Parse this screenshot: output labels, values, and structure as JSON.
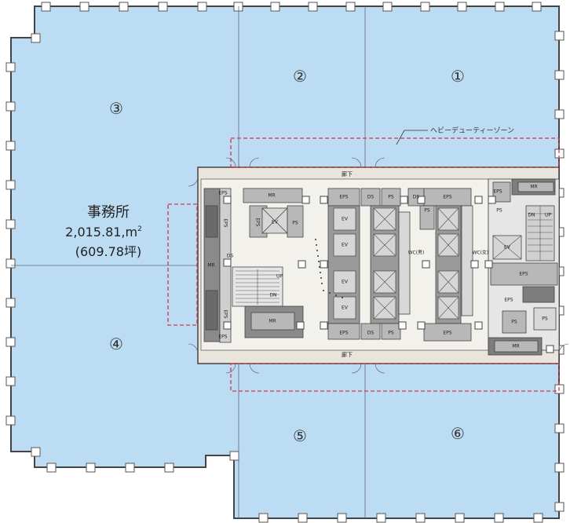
{
  "office": {
    "name": "事務所",
    "area_m2": "2,015.81,m",
    "area_m2_sup": "2",
    "area_tsubo": "(609.78坪)"
  },
  "heavy_duty_zone": "ヘビーデューティーゾーン",
  "corridor_labels": {
    "top": "廊下",
    "bottom": "廊下"
  },
  "zones": [
    "①",
    "②",
    "③",
    "④",
    "⑤",
    "⑥"
  ],
  "rooms": {
    "eps": "EPS",
    "ps": "PS",
    "ev": "EV",
    "mr": "MR",
    "ds": "DS",
    "up": "UP",
    "dn": "DN",
    "wc_male": "WC(男)",
    "wc_female": "WC(女)"
  },
  "colors": {
    "office_fill": "#bcdcf4",
    "core_fill": "#e9e5dc",
    "dark_room": "#7d7d7d",
    "grey_room": "#b8b8b8",
    "zone_dash": "#d23a4a"
  }
}
